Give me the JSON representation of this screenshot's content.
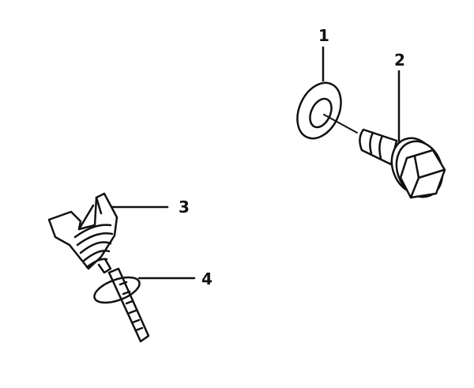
{
  "diagram": {
    "callouts": [
      {
        "number": "1",
        "part": "washer"
      },
      {
        "number": "2",
        "part": "drain-bolt"
      },
      {
        "number": "3",
        "part": "filler-plug"
      },
      {
        "number": "4",
        "part": "o-ring"
      }
    ],
    "colors": {
      "ink": "#111111",
      "background": "#ffffff"
    }
  }
}
